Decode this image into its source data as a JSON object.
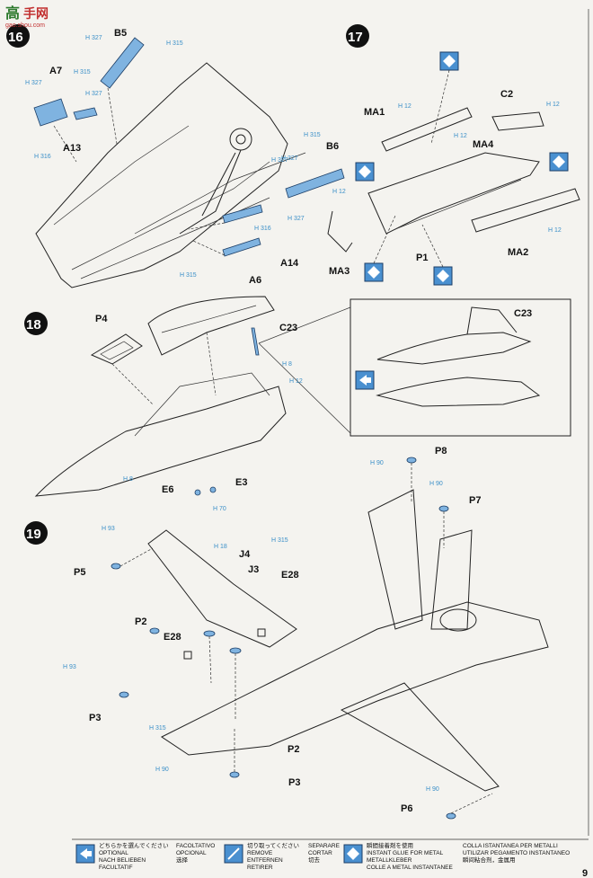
{
  "watermark": {
    "chars": "高",
    "site": "gao.shou.com",
    "tag": "手网"
  },
  "steps": [
    {
      "number": "16"
    },
    {
      "number": "17"
    },
    {
      "number": "18"
    },
    {
      "number": "19"
    }
  ],
  "step16": {
    "labels": {
      "a7": "A7",
      "b5": "B5",
      "a13": "A13",
      "a14": "A14",
      "a6": "A6"
    },
    "hcodes": {
      "h1": "H 327",
      "h2": "H 315",
      "h3": "H 327",
      "h4": "H 315",
      "h5": "H 327",
      "h6": "H 316",
      "h7": "H 327",
      "h8": "H 327",
      "h9": "H 316",
      "h10": "H 315"
    }
  },
  "step17": {
    "labels": {
      "ma1": "MA1",
      "c2": "C2",
      "b6": "B6",
      "ma4": "MA4",
      "ma3": "MA3",
      "p1": "P1",
      "ma2": "MA2"
    },
    "hcodes": {
      "h1": "H 315",
      "h2": "H 327",
      "h3": "H 12",
      "h4": "H 12",
      "h5": "H 12",
      "h6": "H 12",
      "h7": "H 12"
    }
  },
  "step18": {
    "labels": {
      "p4": "P4",
      "c23": "C23",
      "c23b": "C23",
      "e6": "E6",
      "e3": "E3"
    },
    "hcodes": {
      "h1": "H 8",
      "h2": "H 12",
      "h3": "H 8",
      "h4": "H 70"
    }
  },
  "step19": {
    "labels": {
      "p8": "P8",
      "p7": "P7",
      "p5": "P5",
      "j4": "J4",
      "j3": "J3",
      "e28a": "E28",
      "p2a": "P2",
      "e28b": "E28",
      "p3a": "P3",
      "p2b": "P2",
      "p3b": "P3",
      "p6": "P6"
    },
    "hcodes": {
      "h1": "H 90",
      "h2": "H 90",
      "h3": "H 93",
      "h4": "H 18",
      "h5": "H 315",
      "h6": "H 93",
      "h7": "H 315",
      "h8": "H 90",
      "h9": "H 90"
    }
  },
  "footer": {
    "optional": [
      "どちらかを選んでください",
      "OPTIONAL",
      "NACH BELIEBEN",
      "FACULTATIF"
    ],
    "optional2": [
      "FACOLTATIVO",
      "OPCIONAL",
      "选择"
    ],
    "remove": [
      "切り取ってください",
      "REMOVE",
      "ENTFERNEN",
      "RETIRER"
    ],
    "remove2": [
      "SEPARARE",
      "CORTAR",
      "切去"
    ],
    "glue": [
      "瞬間接着剤を使用",
      "INSTANT GLUE FOR METAL",
      "METALLKLEBER",
      "COLLE A METAL INSTANTANEE"
    ],
    "glue2": [
      "COLLA ISTANTANEA PER METALLI",
      "UTILIZAR PEGAMENTO INSTANTANEO",
      "瞬间粘合剂，金属用"
    ]
  },
  "page_number": "9",
  "colors": {
    "accent": "#4a90d0",
    "ink": "#222222"
  }
}
